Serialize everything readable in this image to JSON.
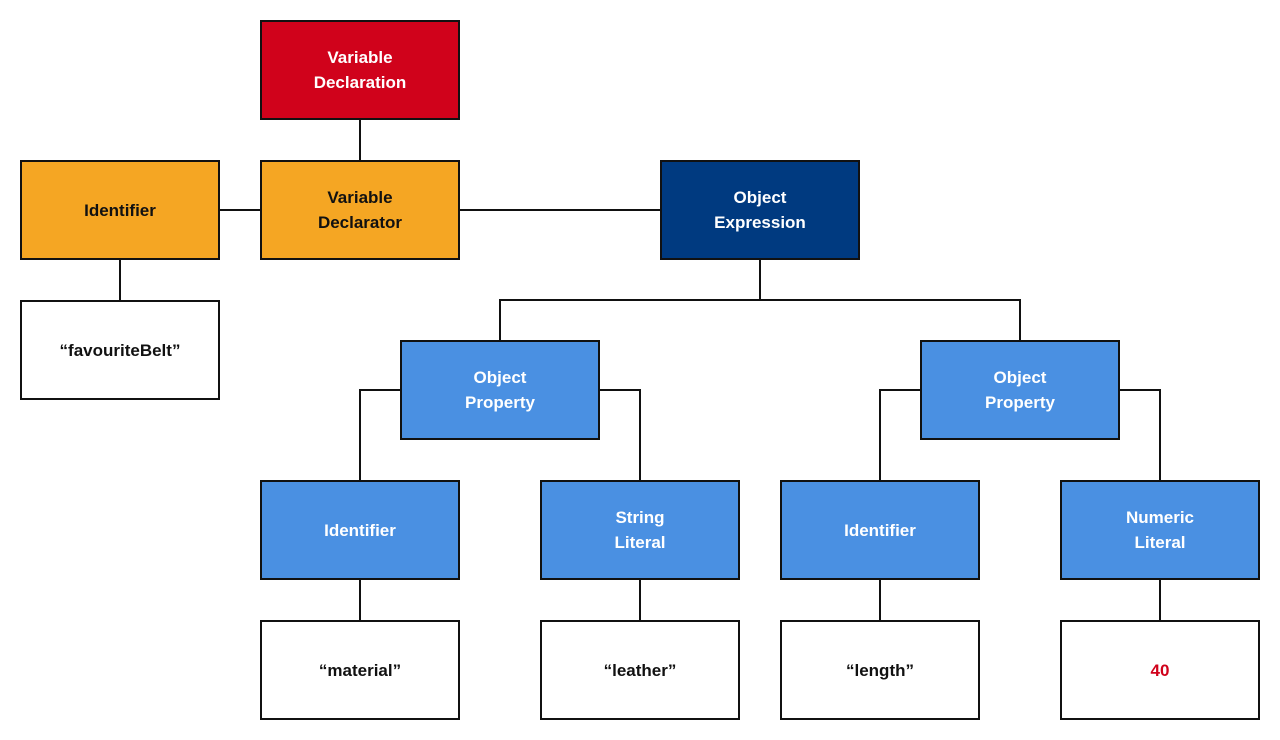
{
  "nodes": {
    "variable_declaration": "Variable\nDeclaration",
    "variable_declarator": "Variable\nDeclarator",
    "identifier_root": "Identifier",
    "favourite_belt": "“favouriteBelt”",
    "object_expression": "Object\nExpression",
    "object_property_1": "Object\nProperty",
    "object_property_2": "Object\nProperty",
    "identifier_material": "Identifier",
    "string_literal": "String\nLiteral",
    "identifier_length": "Identifier",
    "numeric_literal": "Numeric\nLiteral",
    "material_value": "“material”",
    "leather_value": "“leather”",
    "length_value": "“length”",
    "numeric_value": "40"
  },
  "colors": {
    "declaration": "#d0021b",
    "declarator": "#f5a623",
    "object_expression": "#003a80",
    "object_nodes": "#4a90e2",
    "literal_box": "#ffffff",
    "numeric_value_text": "#d0021b",
    "connector": "#111111"
  }
}
